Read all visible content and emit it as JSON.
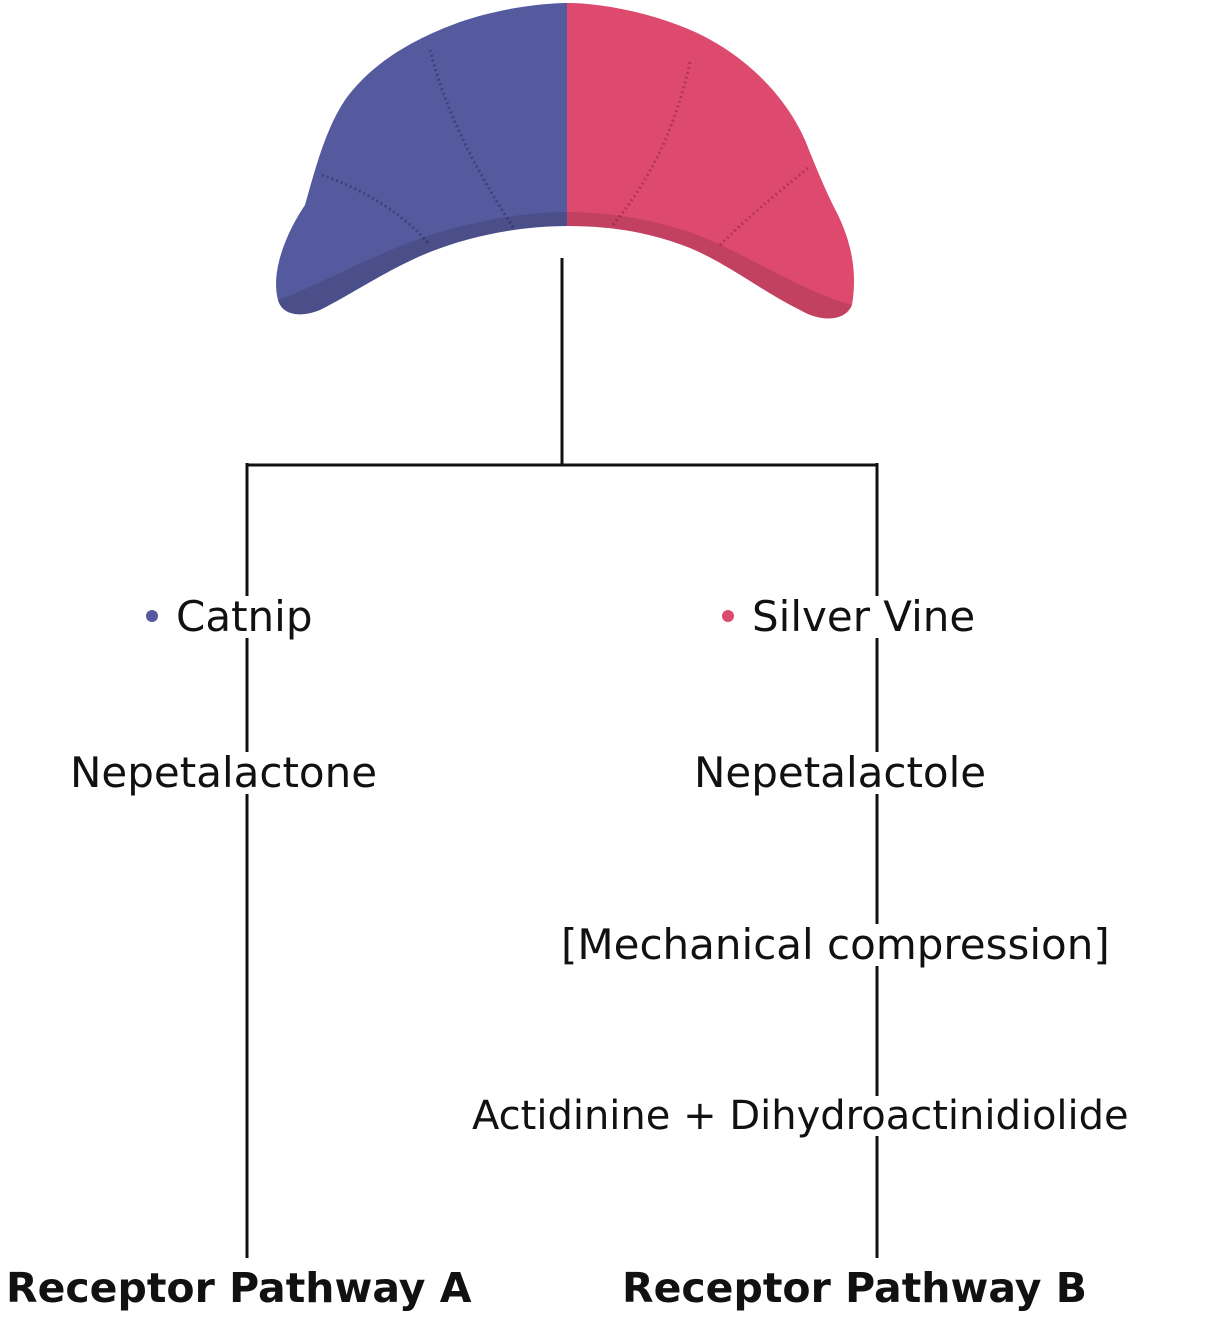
{
  "colors": {
    "catnip": "#555a9e",
    "silver_vine": "#de4a6e",
    "line": "#111111"
  },
  "product_image": {
    "icon": "croissant-toy-icon"
  },
  "branches": {
    "left": {
      "source_label": "Catnip",
      "compound_label": "Nepetalactone",
      "result_label": "Receptor Pathway A"
    },
    "right": {
      "source_label": "Silver Vine",
      "compound_label": "Nepetalactole",
      "process_label": "[Mechanical compression]",
      "byproduct_label": "Actidinine + Dihydroactinidiolide",
      "result_label": "Receptor Pathway B"
    }
  }
}
